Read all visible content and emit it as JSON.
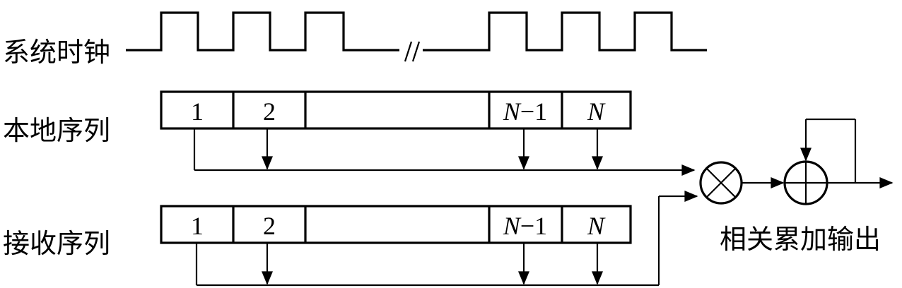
{
  "labels": {
    "system_clock": "系统时钟",
    "local_sequence": "本地序列",
    "received_sequence": "接收序列",
    "correlation_output": "相关累加输出"
  },
  "local_cells": [
    {
      "num": "1",
      "var": ""
    },
    {
      "num": "2",
      "var": ""
    },
    {
      "num": "",
      "var": ""
    },
    {
      "num": "−1",
      "var": "N"
    },
    {
      "num": "",
      "var": "N"
    }
  ],
  "received_cells": [
    {
      "num": "1",
      "var": ""
    },
    {
      "num": "2",
      "var": ""
    },
    {
      "num": "",
      "var": ""
    },
    {
      "num": "−1",
      "var": "N"
    },
    {
      "num": "",
      "var": "N"
    }
  ],
  "clock_break_symbol": "//",
  "operators": {
    "multiplier": "multiplier-icon",
    "adder": "adder-icon"
  },
  "color": "#000000"
}
